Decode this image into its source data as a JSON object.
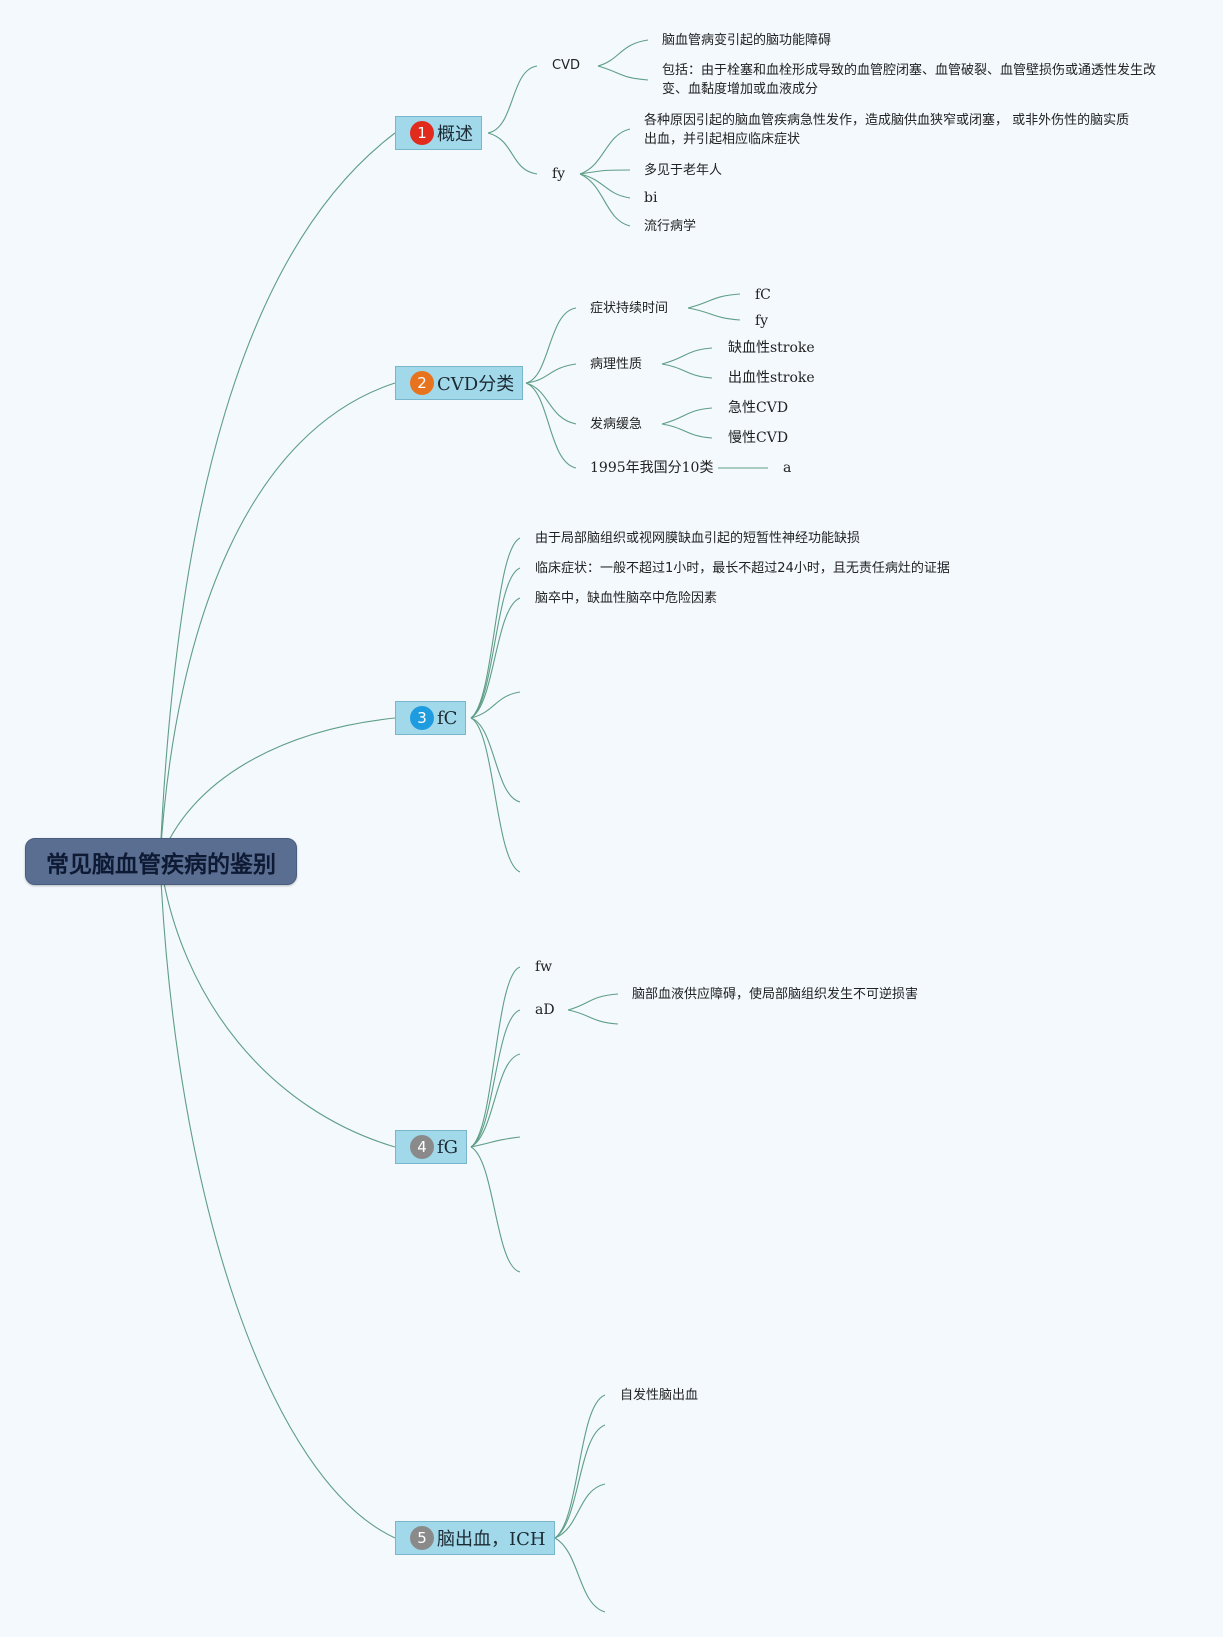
{
  "root": {
    "title": "常见脑血管疾病的鉴别"
  },
  "colors": {
    "link": "#5f9e86",
    "background": "#f3f9fd",
    "root_fill": "#5a6e92",
    "topic_fill": "#a2d9ea"
  },
  "topics": [
    {
      "badge": "1",
      "badge_color": "#e02b1d",
      "label": "概述",
      "children": [
        {
          "label": "CVD",
          "children": [
            {
              "label": "脑血管病变引起的脑功能障碍"
            },
            {
              "label": "包括：由于栓塞和血栓形成导致的血管腔闭塞、血管破裂、血管壁损伤或通透性发生改变、血黏度增加或血液成分"
            }
          ]
        },
        {
          "label": "fy",
          "children": [
            {
              "label": "各种原因引起的脑血管疾病急性发作，造成脑供血狭窄或闭塞， 或非外伤性的脑实质出血，并引起相应临床症状"
            },
            {
              "label": "多见于老年人"
            },
            {
              "label": "bi"
            },
            {
              "label": "流行病学"
            }
          ]
        }
      ]
    },
    {
      "badge": "2",
      "badge_color": "#e8731e",
      "label": "CVD分类",
      "children": [
        {
          "label": "症状持续时间",
          "children": [
            {
              "label": "fC"
            },
            {
              "label": "fy"
            }
          ]
        },
        {
          "label": "病理性质",
          "children": [
            {
              "label": "缺血性stroke"
            },
            {
              "label": "出血性stroke"
            }
          ]
        },
        {
          "label": "发病缓急",
          "children": [
            {
              "label": "急性CVD"
            },
            {
              "label": "慢性CVD"
            }
          ]
        },
        {
          "label": "1995年我国分10类",
          "children": [
            {
              "label": "a"
            }
          ]
        }
      ]
    },
    {
      "badge": "3",
      "badge_color": "#1f9be0",
      "label": "fC",
      "children": [
        {
          "label": "由于局部脑组织或视网膜缺血引起的短暂性神经功能缺损"
        },
        {
          "label": "临床症状：一般不超过1小时，最长不超过24小时，且无责任病灶的证据"
        },
        {
          "label": "脑卒中，缺血性脑卒中危险因素"
        }
      ]
    },
    {
      "badge": "4",
      "badge_color": "#8a8a8a",
      "label": "fG",
      "children": [
        {
          "label": "fw"
        },
        {
          "label": "aD",
          "children": [
            {
              "label": "脑部血液供应障碍，使局部脑组织发生不可逆损害"
            }
          ]
        }
      ]
    },
    {
      "badge": "5",
      "badge_color": "#8a8a8a",
      "label": "脑出血，ICH",
      "children": [
        {
          "label": "自发性脑出血"
        }
      ]
    }
  ]
}
